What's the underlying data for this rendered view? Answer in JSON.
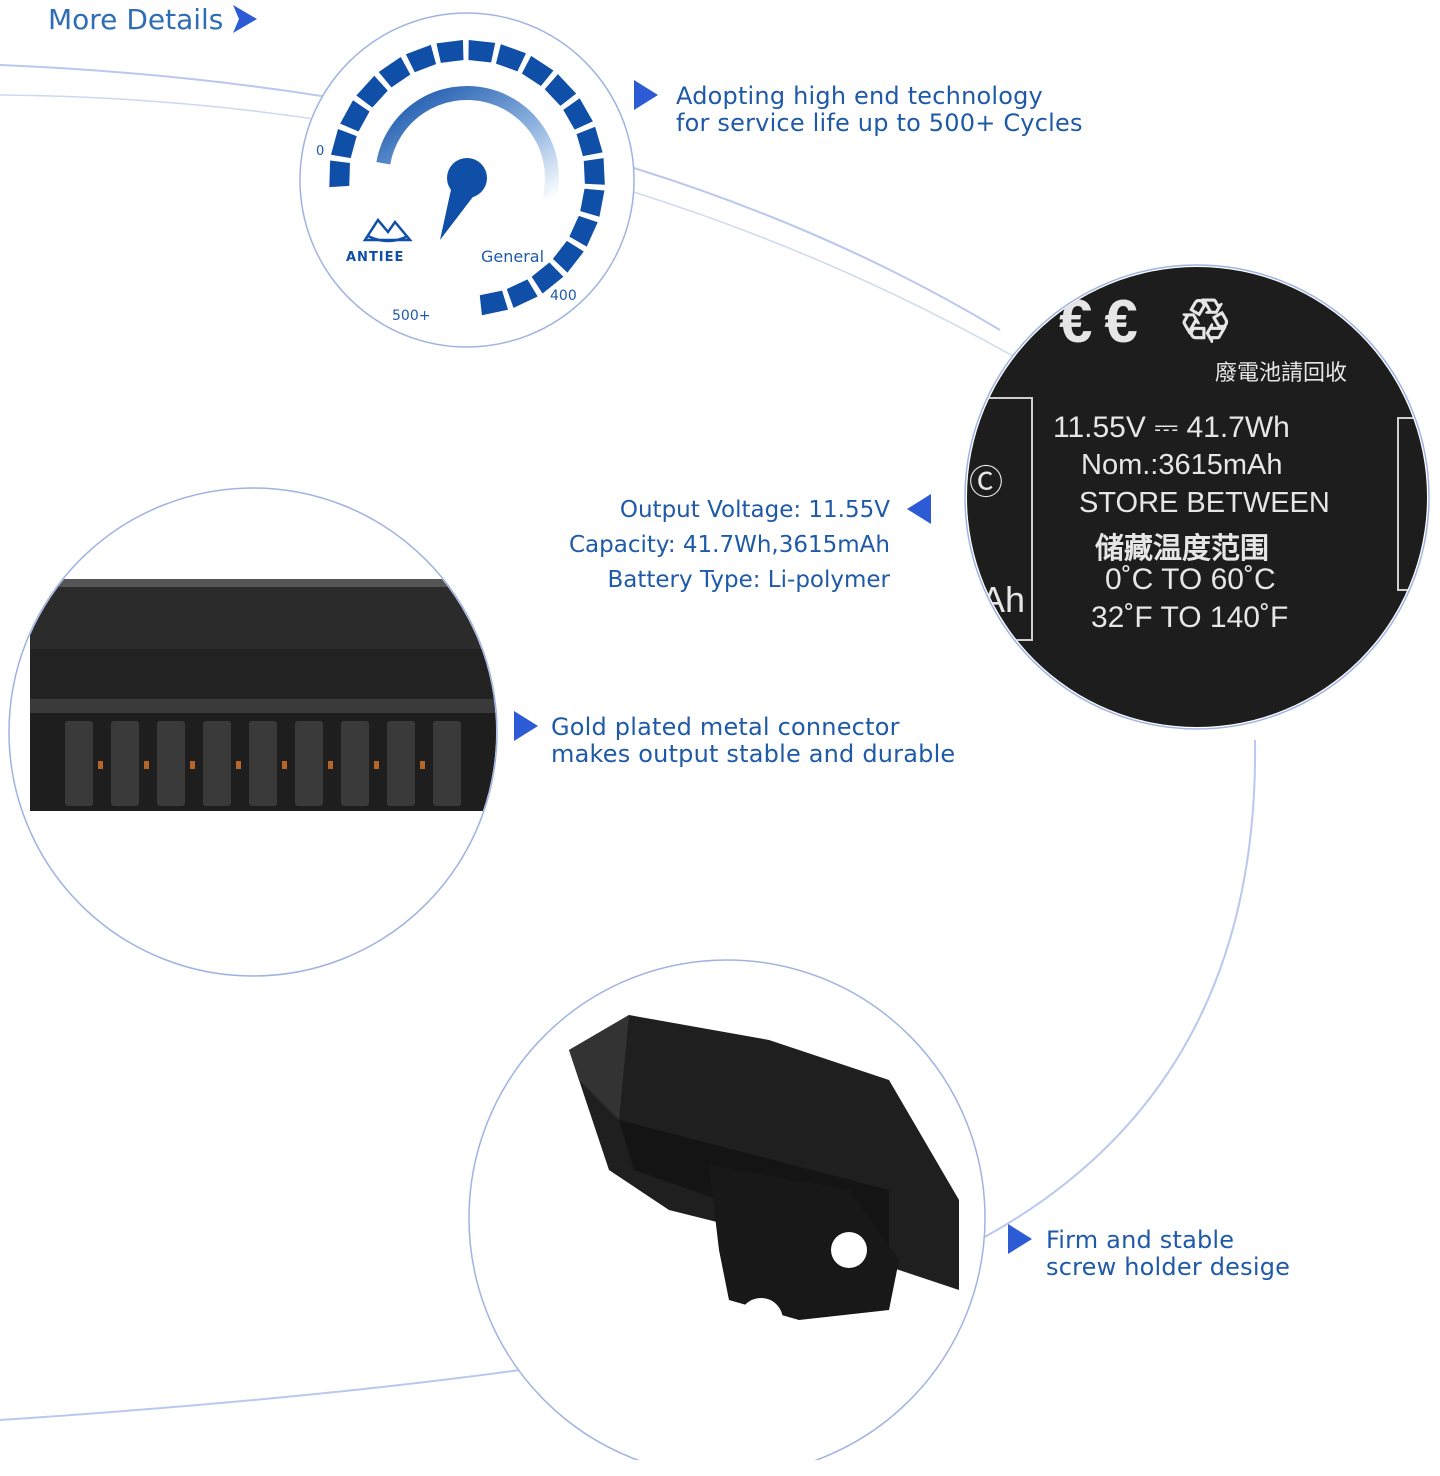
{
  "header": {
    "title": "More Details",
    "arrow_icon": "chevron-right-icon"
  },
  "gauge": {
    "label_min": "0",
    "label_mid": "400",
    "label_max": "500+",
    "label_general": "General",
    "brand": "ANTIEE",
    "accent": "#0f4fa8"
  },
  "feature_cycles": {
    "line1": "Adopting high end technology",
    "line2": "for service life up to 500+ Cycles"
  },
  "specs": {
    "voltage": "Output Voltage: 11.55V",
    "capacity": "Capacity: 41.7Wh,3615mAh",
    "type": "Battery Type: Li-polymer"
  },
  "label_photo": {
    "recycle_text": "廢電池請回收",
    "rating": "11.55V ⎓ 41.7Wh",
    "nominal": "Nom.:3615mAh",
    "store": "STORE BETWEEN",
    "store_cn": "储藏温度范围",
    "celsius": "0˚C TO 60˚C",
    "fahrenheit": "32˚F TO 140˚F",
    "side_mah": "Ah"
  },
  "feature_connector": {
    "line1": "Gold plated metal connector",
    "line2": "makes output stable and durable"
  },
  "feature_screw": {
    "line1": "Firm and stable",
    "line2": "screw holder desige"
  },
  "colors": {
    "text_blue": "#1f5aa8",
    "arrow_blue": "#2d5bd6",
    "line_blue": "#a9bce8"
  }
}
